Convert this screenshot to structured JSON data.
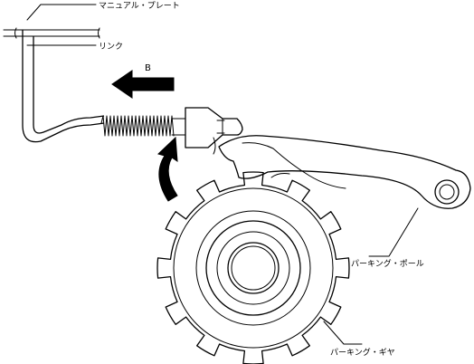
{
  "labels": {
    "manual_plate": "マニュアル・プレート",
    "link": "リンク",
    "direction_b": "B",
    "parking_pawl": "パーキング・ポール",
    "parking_gear": "パーキング・ギヤ"
  }
}
